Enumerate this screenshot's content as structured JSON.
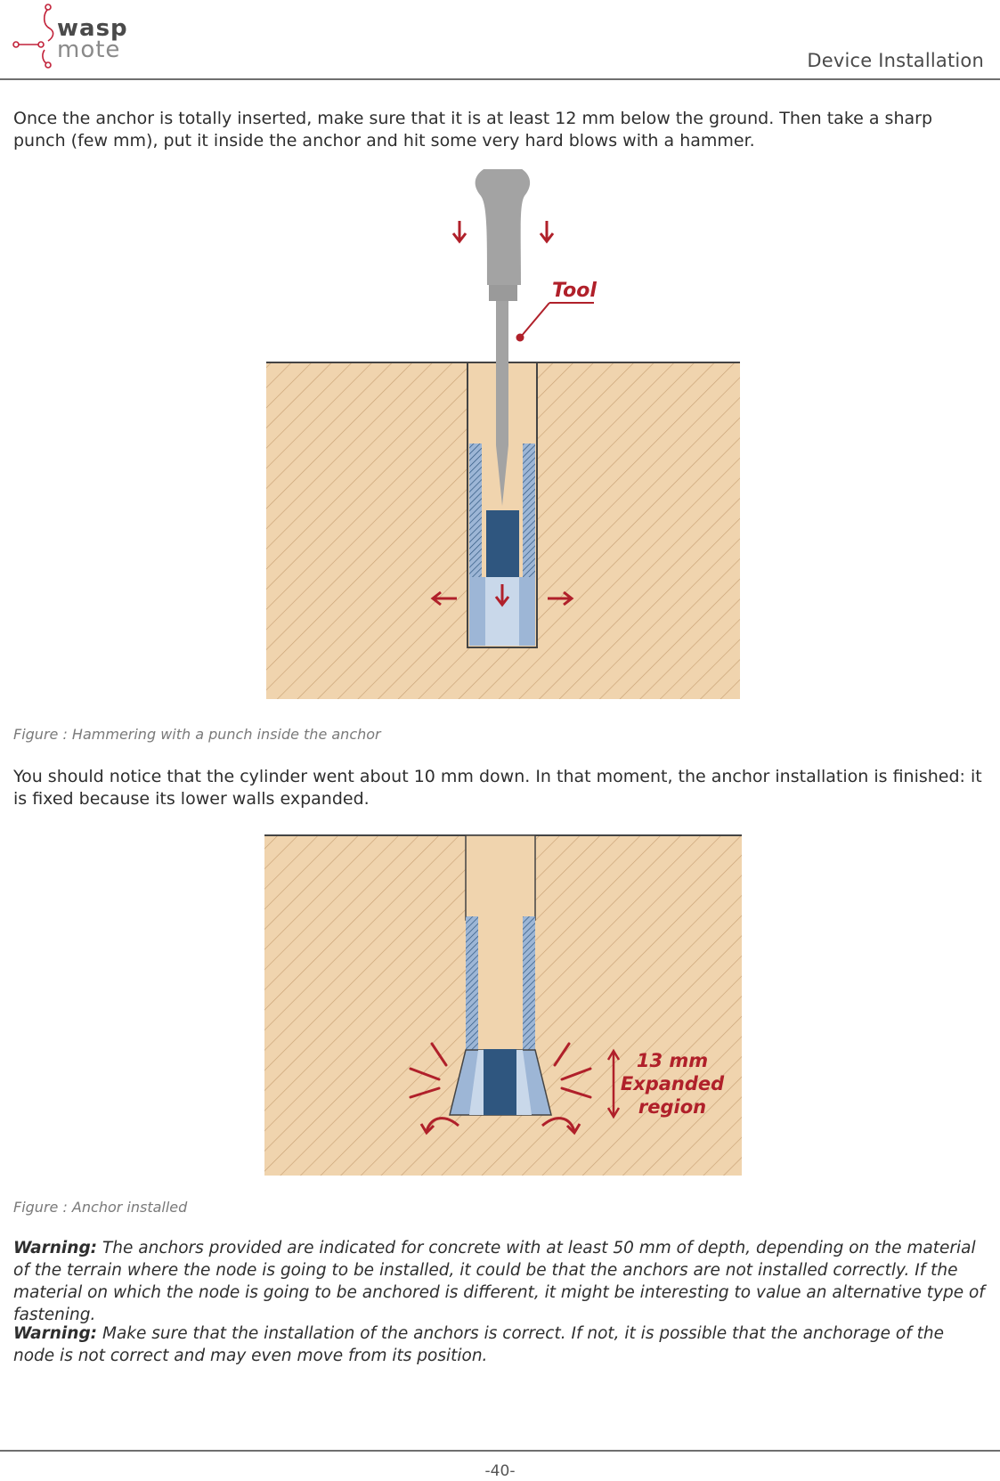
{
  "header": {
    "logo_text_top": "wasp",
    "logo_text_bottom": "mote",
    "section_title": "Device Installation"
  },
  "intro_paragraph": "Once the anchor is totally inserted, make sure that it is at least 12 mm below the ground. Then take a sharp punch (few mm), put it inside the anchor and hit some very hard blows with a hammer.",
  "figure1": {
    "tool_label": "Tool",
    "caption": "Figure : Hammering with a punch inside the anchor"
  },
  "middle_paragraph": "You should notice that the cylinder went about 10 mm down. In that moment, the anchor installation is finished: it is fixed because its lower walls expanded.",
  "figure2": {
    "label_line1": "13 mm",
    "label_line2": "Expanded",
    "label_line3": "region",
    "caption": "Figure : Anchor installed"
  },
  "warnings": [
    {
      "label": "Warning:",
      "text": "The anchors provided are indicated for concrete with at least 50 mm of depth, depending on the material of the terrain where the node is going to be installed, it could be that the anchors are not installed correctly. If the material on which the node is going to be anchored is different, it might be interesting to value an alternative type of fastening."
    },
    {
      "label": "Warning:",
      "text": "Make sure that the installation of the anchors is correct. If not, it is possible that the anchorage of the node is not correct and may even move from its position."
    }
  ],
  "footer": {
    "page_number": "-40-"
  },
  "colors": {
    "ground": "#f0d4ae",
    "hatch": "#c9a276",
    "anchor_blue": "#9db6d6",
    "cylinder": "#2f567f",
    "arrow_red": "#b0202a",
    "tool_gray": "#a3a3a3"
  }
}
